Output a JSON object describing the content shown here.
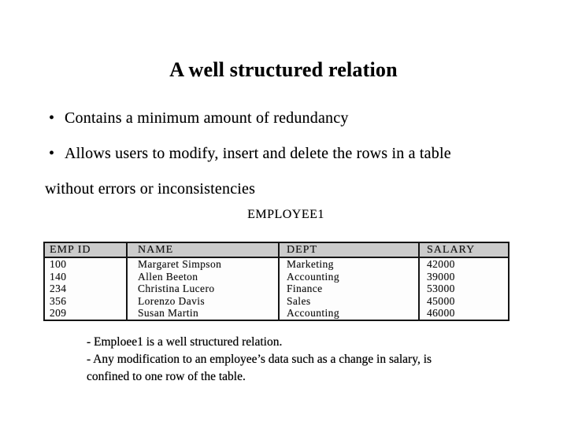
{
  "slide": {
    "title": "A well structured relation",
    "bullet_glyph": "•",
    "bullets": [
      {
        "text": "Contains a minimum amount of redundancy"
      },
      {
        "text": "Allows users to modify, insert and delete the rows in a table"
      },
      {
        "text": "without errors or inconsistencies"
      }
    ]
  },
  "employee_table": {
    "caption": "EMPLOYEE1",
    "headers": [
      "EMP ID",
      "NAME",
      "DEPT",
      "SALARY"
    ],
    "rows": [
      [
        "100",
        "Margaret Simpson",
        "Marketing",
        "42000"
      ],
      [
        "140",
        "Allen Beeton",
        "Accounting",
        "39000"
      ],
      [
        "234",
        "Christina Lucero",
        "Finance",
        "53000"
      ],
      [
        "356",
        "Lorenzo Davis",
        "Sales",
        "45000"
      ],
      [
        "209",
        "Susan Martin",
        "Accounting",
        "46000"
      ]
    ]
  },
  "notes": {
    "lines": [
      "- Emploee1 is a well structured relation.",
      "- Any modification to an employee’s data such as a change in salary, is",
      "confined to one row of the table."
    ]
  },
  "colors": {
    "background": "#ffffff",
    "text": "#000000",
    "table_header_bg": "#cbcbcb",
    "table_border": "#151515"
  }
}
